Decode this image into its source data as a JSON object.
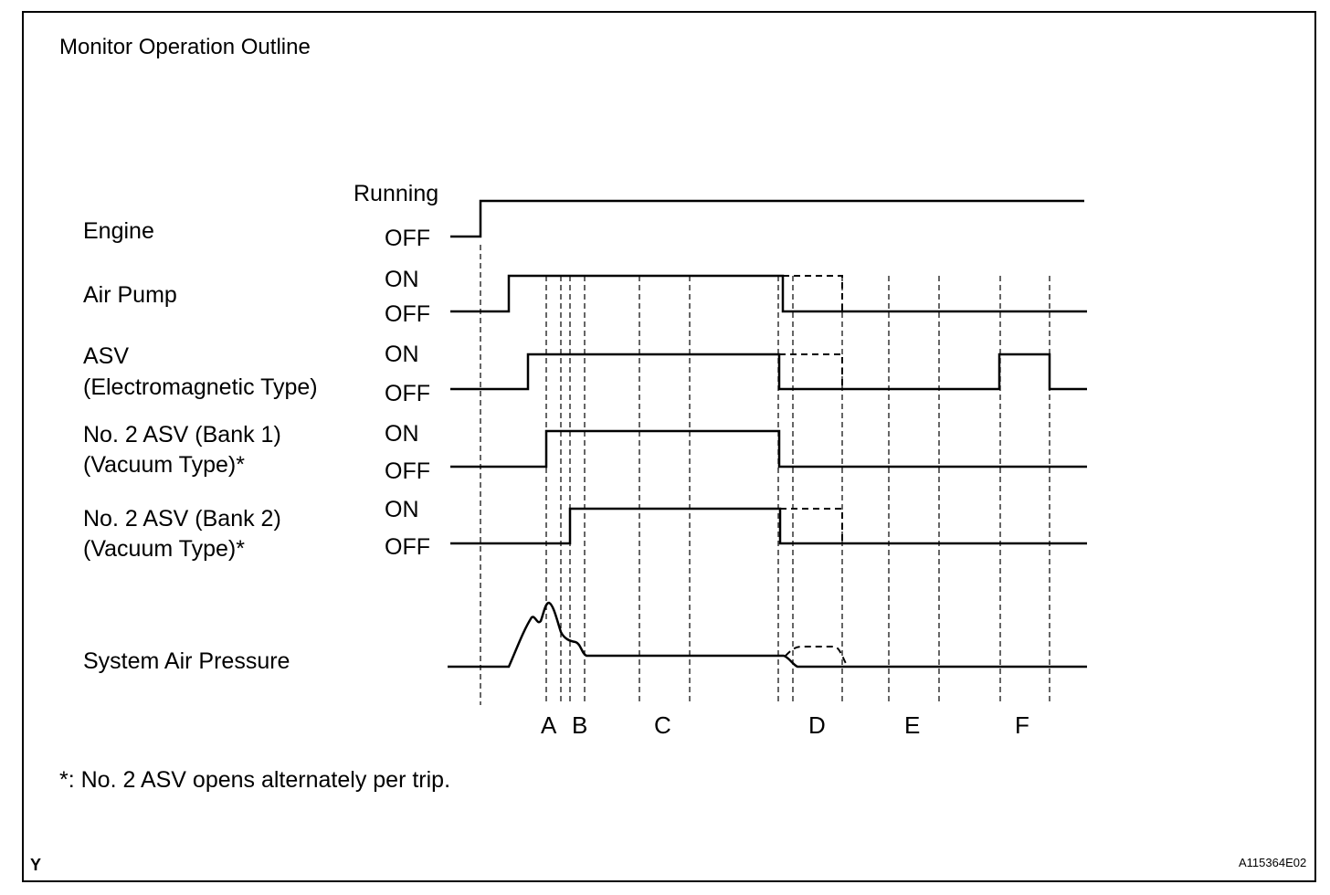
{
  "title": "Monitor Operation Outline",
  "signals": [
    {
      "label_lines": [
        "Engine"
      ],
      "high_state": "Running",
      "low_state": "OFF"
    },
    {
      "label_lines": [
        "Air Pump"
      ],
      "high_state": "ON",
      "low_state": "OFF"
    },
    {
      "label_lines": [
        "ASV",
        "(Electromagnetic Type)"
      ],
      "high_state": "ON",
      "low_state": "OFF"
    },
    {
      "label_lines": [
        "No. 2 ASV (Bank 1)",
        "(Vacuum Type)*"
      ],
      "high_state": "ON",
      "low_state": "OFF"
    },
    {
      "label_lines": [
        "No. 2 ASV (Bank 2)",
        "(Vacuum Type)*"
      ],
      "high_state": "ON",
      "low_state": "OFF"
    },
    {
      "label_lines": [
        "System Air Pressure"
      ]
    }
  ],
  "phase_markers": [
    "A",
    "B",
    "C",
    "D",
    "E",
    "F"
  ],
  "footnote": "*: No. 2 ASV opens alternately per trip.",
  "figure_id": "Y",
  "figure_code": "A115364E02"
}
